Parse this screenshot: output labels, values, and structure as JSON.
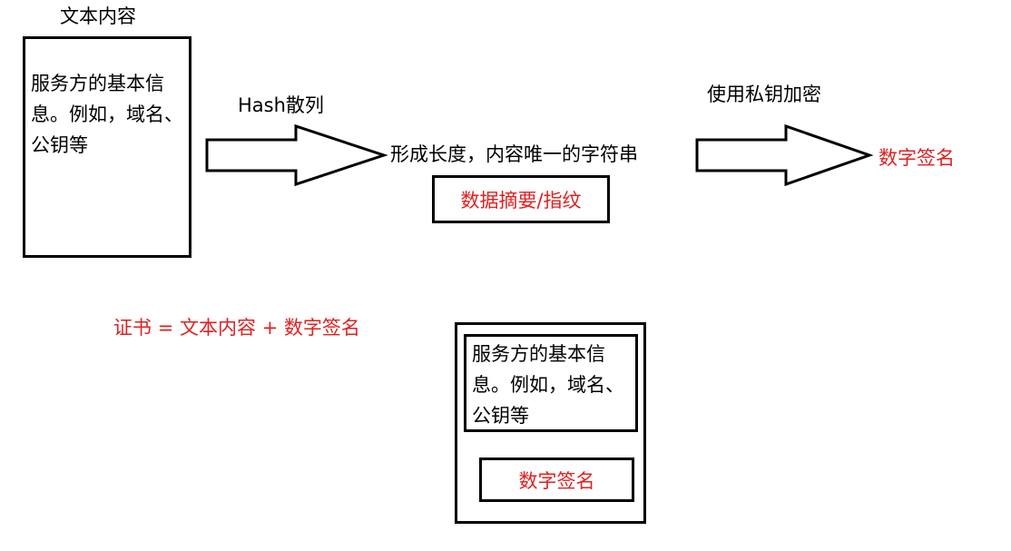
{
  "diagram": {
    "source_title": "文本内容",
    "source_text": "服务方的基本信息。例如，域名、公钥等",
    "hash_label": "Hash散列",
    "hash_result": "形成长度，内容唯一的字符串",
    "digest_label": "数据摘要/指纹",
    "encrypt_label": "使用私钥加密",
    "signature": "数字签名",
    "formula": "证书 = 文本内容 + 数字签名",
    "cert_text": "服务方的基本信息。例如，域名、公钥等",
    "cert_signature": "数字签名",
    "accent_color": "#e02020"
  }
}
